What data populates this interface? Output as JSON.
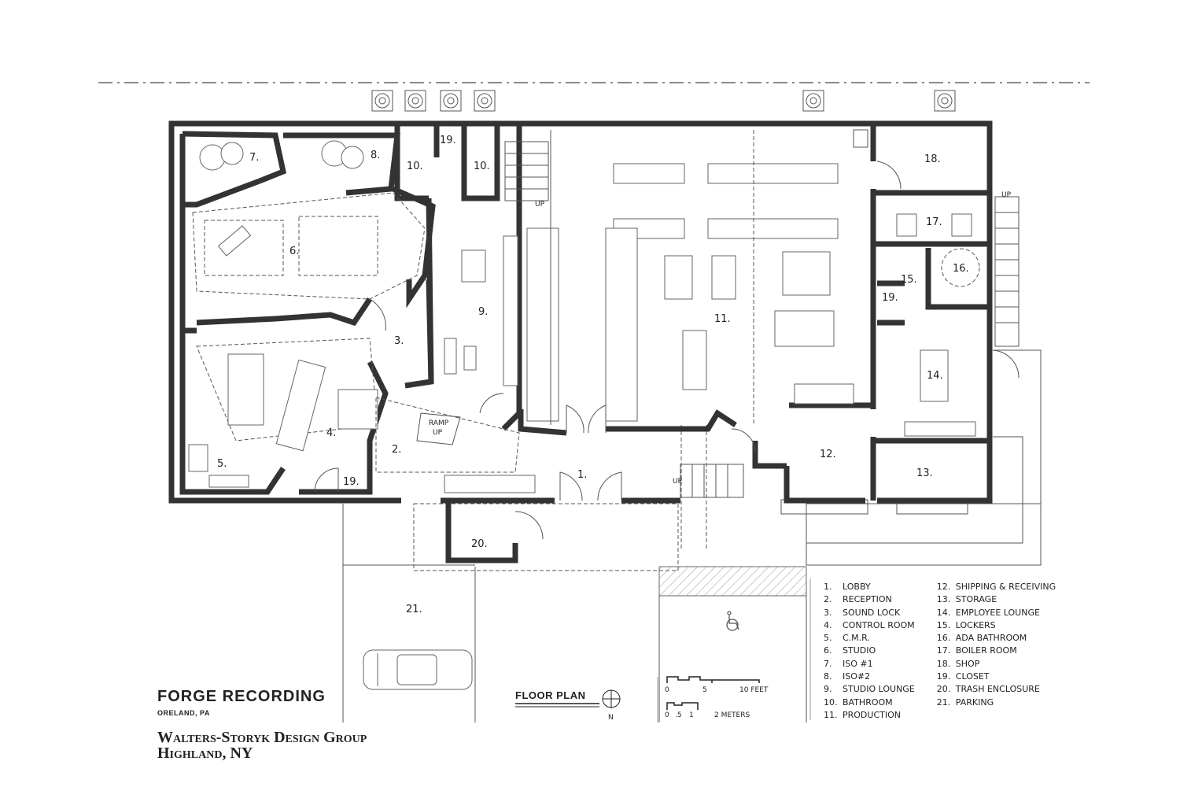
{
  "project": {
    "title": "FORGE RECORDING",
    "location": "ORELAND, PA"
  },
  "firm": {
    "name": "Walters-Storyk Design Group",
    "location": "Highland, NY"
  },
  "drawing": {
    "title": "FLOOR PLAN",
    "north": "N"
  },
  "scale": {
    "feet": [
      "0",
      "5",
      "10 FEET"
    ],
    "meters": [
      "0",
      ".5",
      "1",
      "2 METERS"
    ]
  },
  "room_labels": {
    "r1": "1.",
    "r2": "2.",
    "r3": "3.",
    "r4": "4.",
    "r5": "5.",
    "r6": "6.",
    "r7": "7.",
    "r8": "8.",
    "r9": "9.",
    "r10a": "10.",
    "r10b": "10.",
    "r11": "11.",
    "r12": "12.",
    "r13": "13.",
    "r14": "14.",
    "r15": "15.",
    "r16": "16.",
    "r17": "17.",
    "r18": "18.",
    "r19a": "19.",
    "r19b": "19.",
    "r19c": "19.",
    "r20": "20.",
    "r21": "21."
  },
  "annotations": {
    "up": "UP",
    "ramp": "RAMP",
    "ramp_up": "UP"
  },
  "legend": [
    {
      "num": "1.",
      "name": "LOBBY"
    },
    {
      "num": "2.",
      "name": "RECEPTION"
    },
    {
      "num": "3.",
      "name": "SOUND LOCK"
    },
    {
      "num": "4.",
      "name": "CONTROL ROOM"
    },
    {
      "num": "5.",
      "name": "C.M.R."
    },
    {
      "num": "6.",
      "name": "STUDIO"
    },
    {
      "num": "7.",
      "name": "ISO #1"
    },
    {
      "num": "8.",
      "name": "ISO#2"
    },
    {
      "num": "9.",
      "name": "STUDIO LOUNGE"
    },
    {
      "num": "10.",
      "name": "BATHROOM"
    },
    {
      "num": "11.",
      "name": "PRODUCTION"
    },
    {
      "num": "12.",
      "name": "SHIPPING & RECEIVING"
    },
    {
      "num": "13.",
      "name": "STORAGE"
    },
    {
      "num": "14.",
      "name": "EMPLOYEE LOUNGE"
    },
    {
      "num": "15.",
      "name": "LOCKERS"
    },
    {
      "num": "16.",
      "name": "ADA BATHROOM"
    },
    {
      "num": "17.",
      "name": "BOILER ROOM"
    },
    {
      "num": "18.",
      "name": "SHOP"
    },
    {
      "num": "19.",
      "name": "CLOSET"
    },
    {
      "num": "20.",
      "name": "TRASH ENCLOSURE"
    },
    {
      "num": "21.",
      "name": "PARKING"
    }
  ]
}
